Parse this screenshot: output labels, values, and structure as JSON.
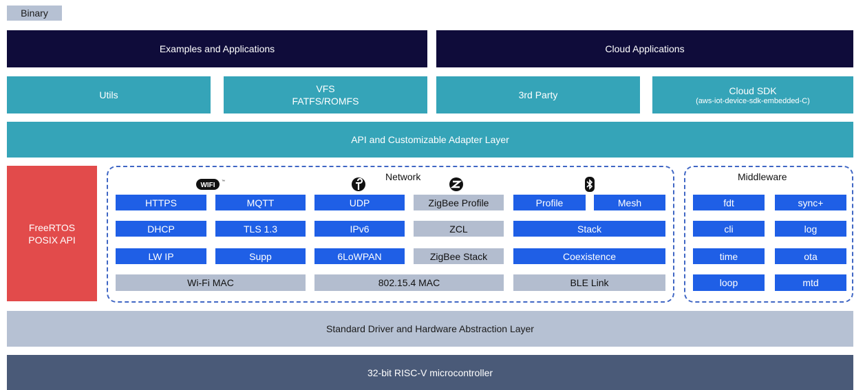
{
  "binary_tag": "Binary",
  "top": {
    "examples": "Examples and Applications",
    "cloud_apps": "Cloud Applications"
  },
  "row2": {
    "utils": "Utils",
    "vfs_line1": "VFS",
    "vfs_line2": "FATFS/ROMFS",
    "third_party": "3rd Party",
    "cloud_sdk_line1": "Cloud SDK",
    "cloud_sdk_line2": "(aws-iot-device-sdk-embedded-C)"
  },
  "api_layer": "API and Customizable Adapter Layer",
  "freertos": {
    "line1": "FreeRTOS",
    "line2": "POSIX API"
  },
  "network": {
    "title": "Network",
    "wifi_badge": "WIFI",
    "wifi": [
      "HTTPS",
      "MQTT",
      "DHCP",
      "TLS 1.3",
      "LW IP",
      "Supp"
    ],
    "wifi_mac": "Wi-Fi MAC",
    "thread": [
      "UDP",
      "IPv6",
      "6LoWPAN"
    ],
    "zigbee": [
      "ZigBee Profile",
      "ZCL",
      "ZigBee Stack"
    ],
    "mac154": "802.15.4 MAC",
    "ble": {
      "profile": "Profile",
      "mesh": "Mesh",
      "stack": "Stack",
      "coex": "Coexistence",
      "link": "BLE Link"
    }
  },
  "middleware": {
    "title": "Middleware",
    "items": [
      "fdt",
      "sync+",
      "cli",
      "log",
      "time",
      "ota",
      "loop",
      "mtd"
    ]
  },
  "hal": "Standard Driver and Hardware Abstraction Layer",
  "mcu": "32-bit RISC-V microcontroller",
  "colors": {
    "navy": "#0f0c3a",
    "teal": "#35a4b8",
    "red": "#e24b4b",
    "blue": "#1f5fe6",
    "light_gray": "#b3bdcf",
    "slate": "#4a5a78"
  },
  "icons": [
    "wifi-logo-icon",
    "thread-logo-icon",
    "zigbee-logo-icon",
    "bluetooth-icon"
  ]
}
